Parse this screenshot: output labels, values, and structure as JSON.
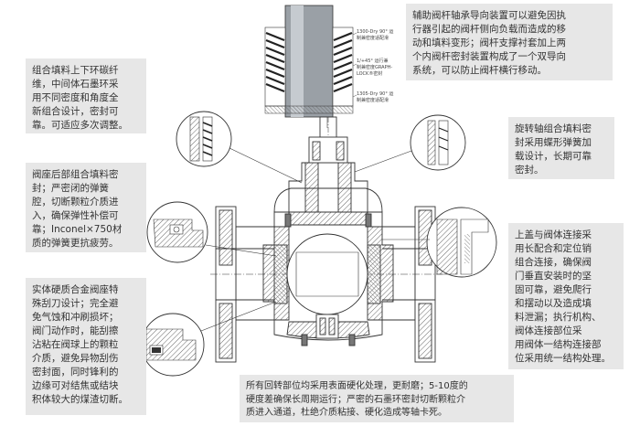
{
  "notes": {
    "top_right": "辅助阀杆轴承导向装置可以避免因执\n行器引起的阀杆侧向负载而造成的移\n动和填料变形；阀杆支撑衬套加上两\n个内阀杆密封装置构成了一个双导向\n系统，可以防止阀杆横行移动。",
    "left_1": "组合填料上下环碳纤\n维，中间体石墨环采\n用不同密度和角度全\n新组合设计，密封可\n靠。可适应多次调整。",
    "left_2": "阀座后部组合填料密\n封；严密闭的弹簧\n腔，切断颗粒介质进\n入，确保弹性补偿可\n靠；Inconel×750材\n质的弹簧更抗疲劳。",
    "left_3": "实体硬质合金阀座特\n殊刮刀设计；完全避\n免气蚀和冲刷损坏；\n阀门动作时，能刮擦\n沾粘在阀球上的颗粒\n介质，避免异物刮伤\n密封面，同时锋利的\n边缘可对结焦或结块\n积体较大的煤渣切断。",
    "right_1": "旋转轴组合填料密\n封采用蝶形弹簧加\n载设计，长期可靠\n密封。",
    "right_2": "上盖与阀体连接采\n用长配合和定位销\n组合连接，确保阀\n门垂直安装时的坚\n固可靠，避免爬行\n和摆动以及造成填\n料泄漏；执行机构、\n阀体连接部位采\n用阀体一结构连接部\n位采用统一结构处理。",
    "bottom": "所有回转部位均采用表面硬化处理，更耐磨；5-10度的\n硬度差确保长周期运行；严密的石墨环密封切断颗粒介\n质进入通道，杜绝介质粘接、硬化造成等轴卡死。"
  },
  "inset_labels": {
    "line1a": "1300-Dry 90° 运",
    "line1b": "制兼密度适配滑",
    "line2a": "1/+45° 运行兼",
    "line2b": "制兼密度GRAPH-",
    "line2c": "LOCK®密封",
    "line3a": "1305-Dry 90° 运",
    "line3b": "制兼密度适配滑"
  },
  "colors": {
    "note_bg": "#e7e7e7",
    "line": "#333333",
    "hatch": "#555555"
  }
}
